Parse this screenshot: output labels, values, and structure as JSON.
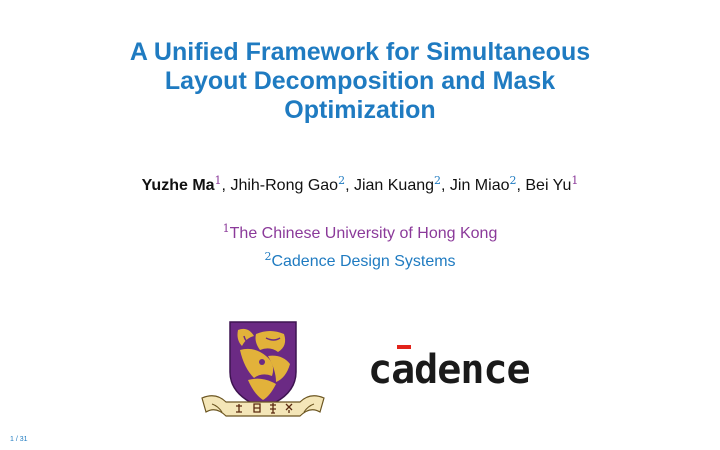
{
  "title": {
    "line1": "A Unified Framework for Simultaneous",
    "line2": "Layout Decomposition and Mask",
    "line3": "Optimization"
  },
  "authors": [
    {
      "name": "Yuzhe Ma",
      "sup": "1"
    },
    {
      "name": "Jhih-Rong Gao",
      "sup": "2"
    },
    {
      "name": "Jian Kuang",
      "sup": "2"
    },
    {
      "name": "Jin Miao",
      "sup": "2"
    },
    {
      "name": "Bei Yu",
      "sup": "1"
    }
  ],
  "affiliations": [
    {
      "sup": "1",
      "name": "The Chinese University of Hong Kong"
    },
    {
      "sup": "2",
      "name": "Cadence Design Systems"
    }
  ],
  "logos": {
    "cuhk_crest_icon": "cuhk-crest-icon",
    "cadence_logo_text": "cādence"
  },
  "colors": {
    "title": "#1f7bc1",
    "affiliation1": "#8b3a9a",
    "affiliation2": "#1f7bc1",
    "crest_purple": "#6b2a84",
    "crest_gold": "#e2b23a"
  },
  "page_number": "1 / 31"
}
